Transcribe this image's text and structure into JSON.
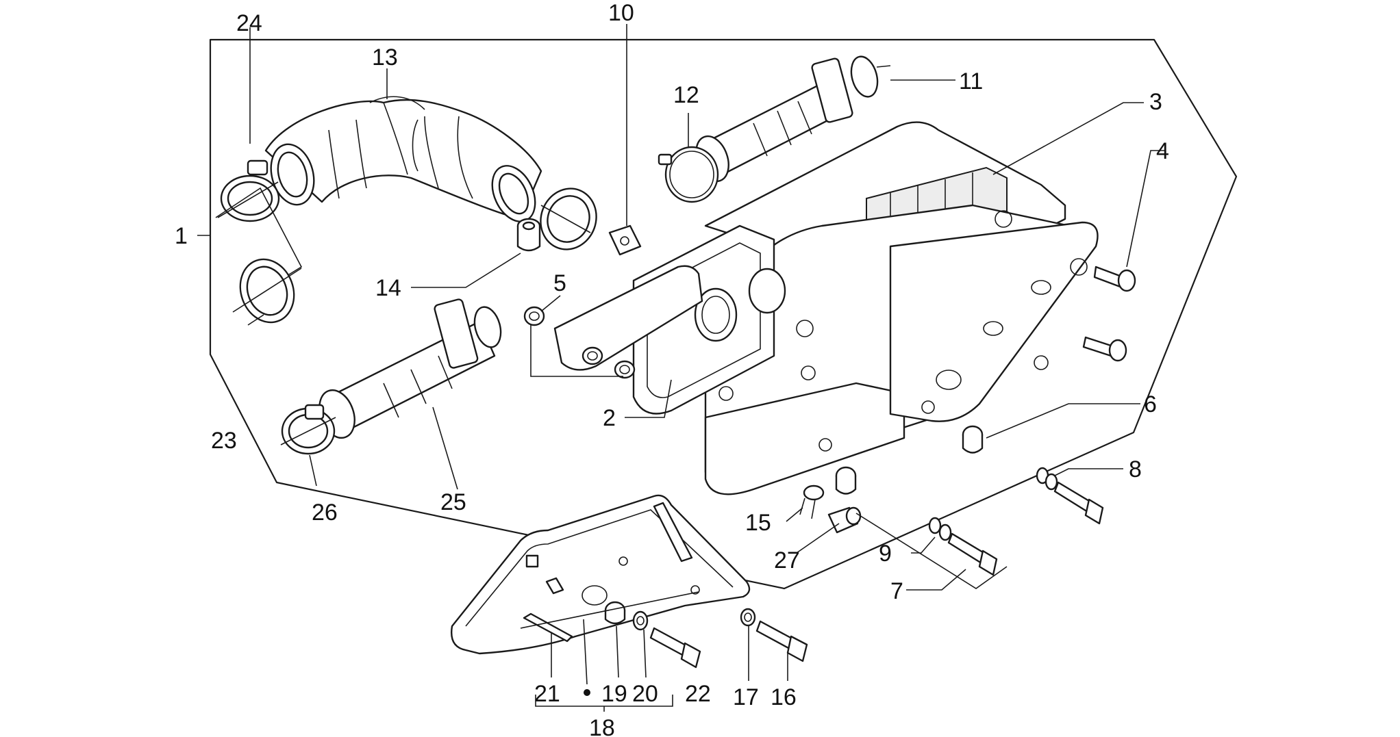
{
  "diagram": {
    "callouts": {
      "c1": "1",
      "c2": "2",
      "c3": "3",
      "c4": "4",
      "c5": "5",
      "c6": "6",
      "c7": "7",
      "c8": "8",
      "c9": "9",
      "c10": "10",
      "c11": "11",
      "c12": "12",
      "c13": "13",
      "c14": "14",
      "c15": "15",
      "c16": "16",
      "c17": "17",
      "c18": "18",
      "c19": "19",
      "c20": "20",
      "c21": "21",
      "c22": "22",
      "c23": "23",
      "c24": "24",
      "c25": "25",
      "c26": "26",
      "c27": "27"
    },
    "colors": {
      "line": "#1a1a1a",
      "background": "#ffffff",
      "filter_shade": "#ededed"
    }
  }
}
